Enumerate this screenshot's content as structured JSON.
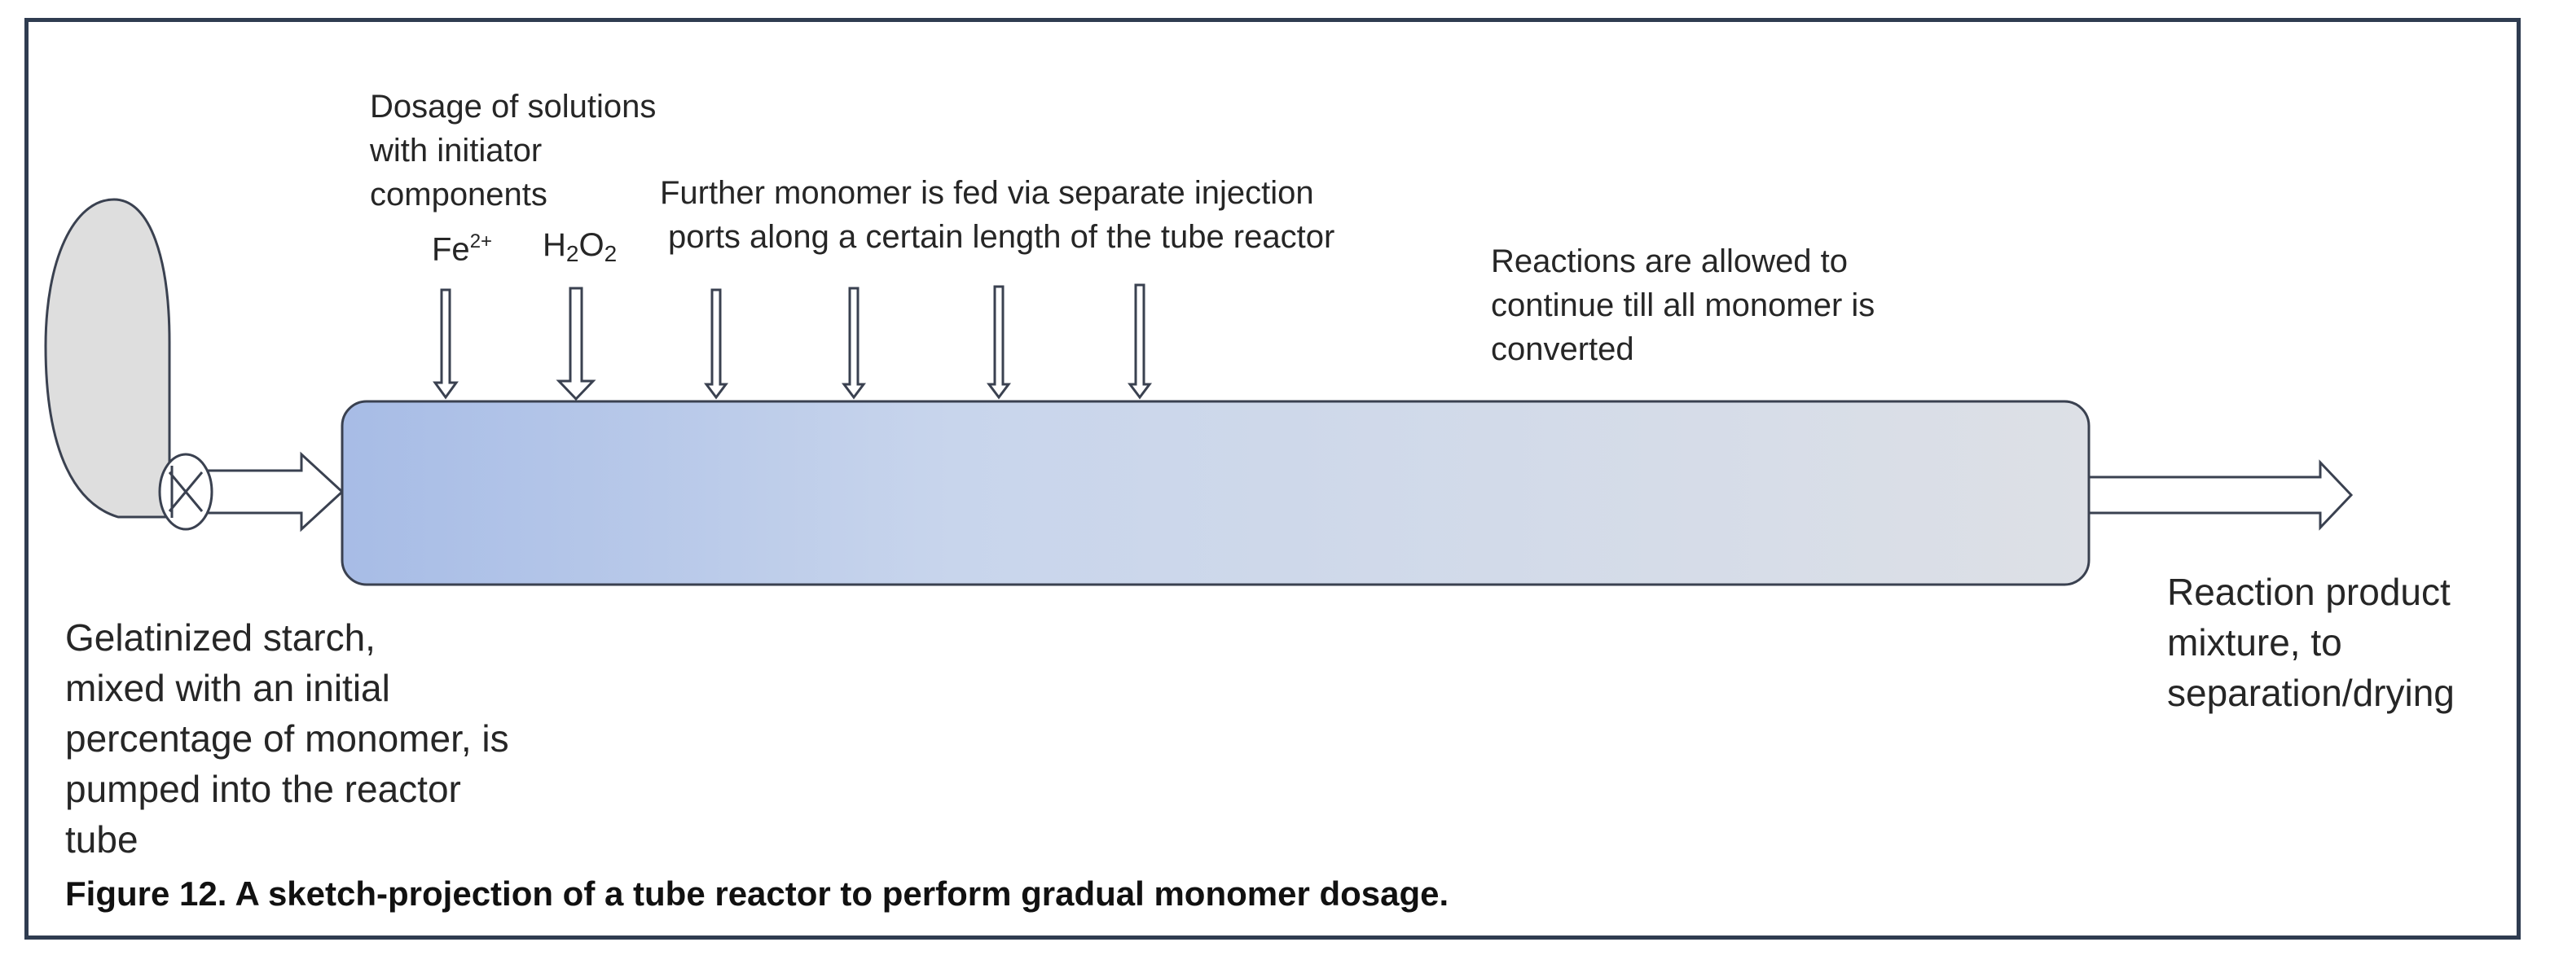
{
  "labels": {
    "dosage": [
      "Dosage of solutions",
      "with  initiator",
      "components"
    ],
    "fe_base": "Fe",
    "fe_sup": "2+",
    "h2o2_h": "H",
    "h2o2_sub1": "2",
    "h2o2_o": "O",
    "h2o2_sub2": "2",
    "monomer_feed": [
      "Further monomer is fed via separate injection",
      "ports along a certain length of the tube reactor"
    ],
    "reactions": [
      "Reactions are allowed to",
      "continue till all monomer is",
      "converted"
    ],
    "starch": [
      "Gelatinized starch,",
      "mixed with an initial",
      "percentage of  monomer, is",
      "pumped into the reactor",
      "tube"
    ],
    "product": [
      "Reaction product",
      "mixture, to",
      "separation/drying"
    ]
  },
  "caption": "Figure 12. A sketch-projection  of a tube reactor to perform gradual  monomer dosage.",
  "colors": {
    "tube_left": "#a7bce6",
    "tube_mid": "#c8d5ec",
    "tube_right": "#dde0e6",
    "outline": "#3a4150",
    "frame": "#2f3c50",
    "tank_fill": "#dedede"
  }
}
